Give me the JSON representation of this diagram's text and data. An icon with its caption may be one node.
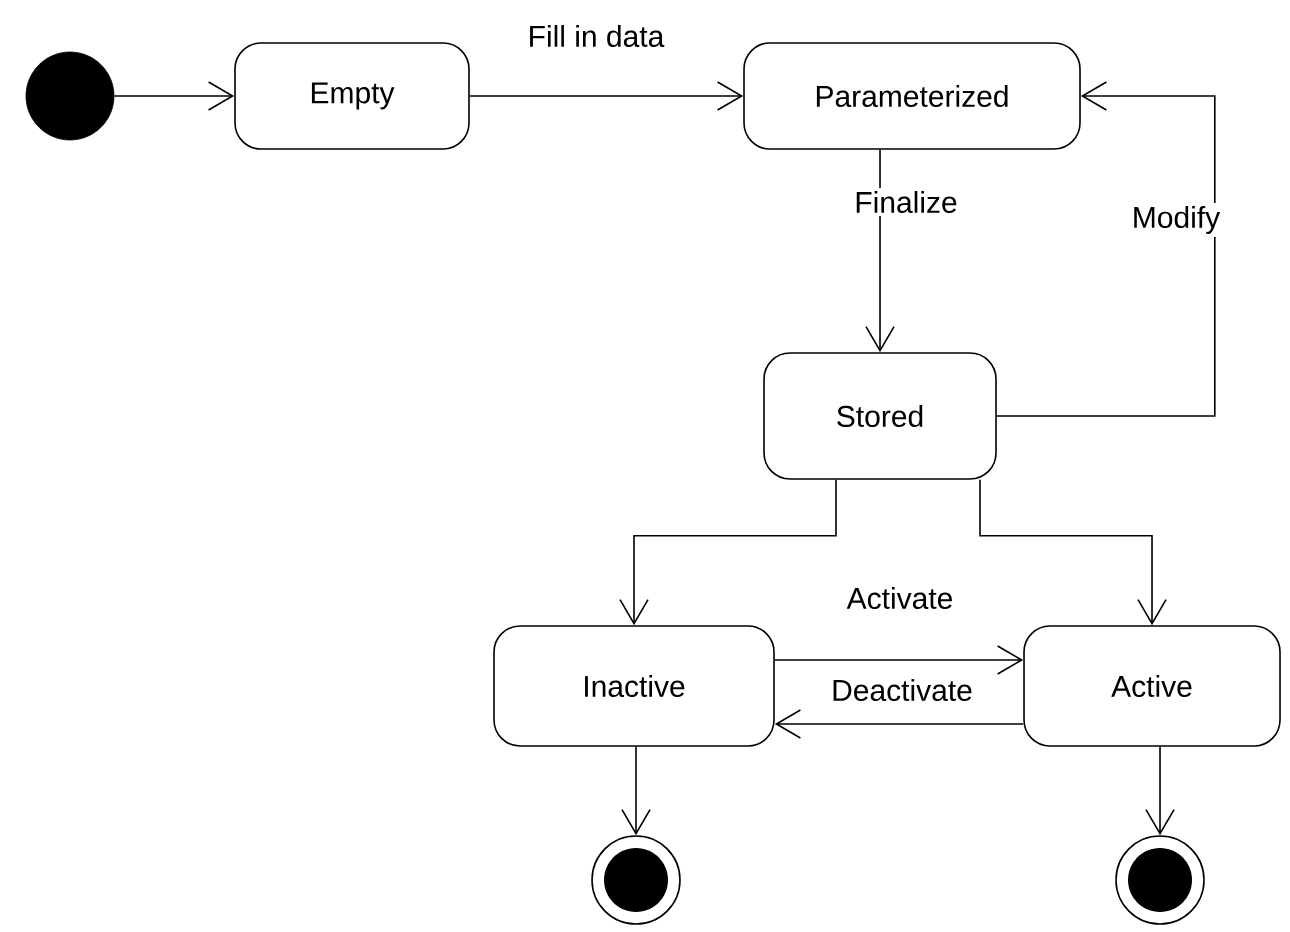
{
  "diagram": {
    "nodes": [
      {
        "text": [],
        "shape": "circle"
      },
      {
        "text": [
          "Empty"
        ]
      },
      {
        "text": [
          "Parameterized"
        ]
      },
      {
        "text": [
          "Stored"
        ]
      },
      {
        "text": [
          "Inactive"
        ]
      },
      {
        "text": [
          "Active"
        ]
      },
      {
        "text": [],
        "shape": "bullseye"
      },
      {
        "text": [],
        "shape": "bullseye"
      }
    ],
    "edges": [
      {
        "from": 0,
        "to": 1,
        "arrow": "to"
      },
      {
        "from": 1,
        "to": 2,
        "arrow": "to",
        "label": "Fill in data"
      },
      {
        "from": 2,
        "to": 3,
        "arrow": "to",
        "label": "Finalize"
      },
      {
        "from": 3,
        "to": 2,
        "arrow": "to",
        "label": "Modify"
      },
      {
        "from": 3,
        "to": 4,
        "arrow": "to"
      },
      {
        "from": 3,
        "to": 5,
        "arrow": "to"
      },
      {
        "from": 4,
        "to": 5,
        "arrow": "to",
        "label": "Activate"
      },
      {
        "from": 5,
        "to": 4,
        "arrow": "to",
        "label": "Deactivate"
      },
      {
        "from": 4,
        "to": 6,
        "arrow": "to"
      },
      {
        "from": 5,
        "to": 7,
        "arrow": "to"
      }
    ]
  }
}
